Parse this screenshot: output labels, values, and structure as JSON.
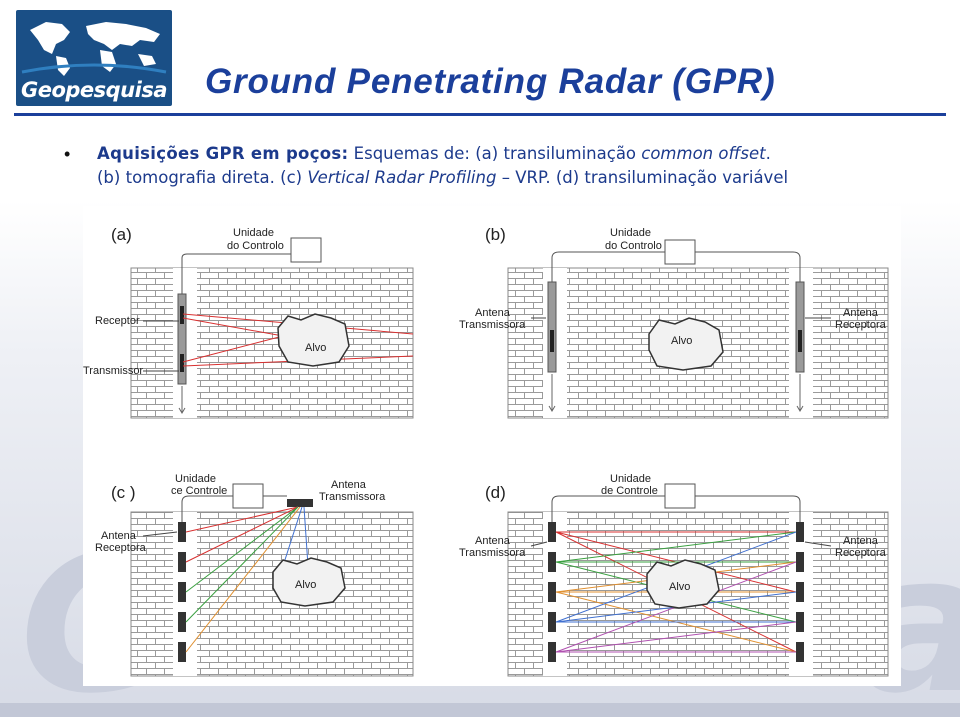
{
  "logo": {
    "text": "Geopesquisa"
  },
  "title": "Ground Penetrating Radar (GPR)",
  "body": {
    "bullet": "•",
    "line1_bold": "Aquisições GPR em poços:",
    "line1_rest": " Esquemas de: (a) transiluminação ",
    "line1_italic": "common offset",
    "line1_end": ".",
    "line2_start": "(b) tomografia direta. (c) ",
    "line2_italic": "Vertical Radar Profiling",
    "line2_rest": " – VRP. (d) transiluminação variável"
  },
  "figure": {
    "panel_a": {
      "letter": "(a)",
      "unit_label_1": "Unidade",
      "unit_label_2": "do Controlo",
      "receptor": "Receptor",
      "transmissor": "Transmissor",
      "alvo": "Alvo"
    },
    "panel_b": {
      "letter": "(b)",
      "unit_label_1": "Unidade",
      "unit_label_2": "do Controlo",
      "tx_1": "Antena",
      "tx_2": "Transmissora",
      "rx_1": "Antena",
      "rx_2": "Receptora",
      "alvo": "Alvo"
    },
    "panel_c": {
      "letter": "(c )",
      "unit_label_1": "Unidade",
      "unit_label_2": "ce Controle",
      "tx_1": "Antena",
      "tx_2": "Transmissora",
      "rx_1": "Antena",
      "rx_2": "Receptora",
      "alvo": "Alvo"
    },
    "panel_d": {
      "letter": "(d)",
      "unit_label_1": "Unidade",
      "unit_label_2": "de Controle",
      "tx_1": "Antena",
      "tx_2": "Transmissora",
      "rx_1": "Antena",
      "rx_2": "Receptora",
      "alvo": "Alvo"
    }
  },
  "colors": {
    "title": "#1b3f9b",
    "text": "#1c3a8c",
    "logo_bg": "#1a4f86",
    "ray_red": "#d83030",
    "ray_green": "#3aa040",
    "ray_orange": "#e09030",
    "ray_blue": "#4070d0"
  }
}
